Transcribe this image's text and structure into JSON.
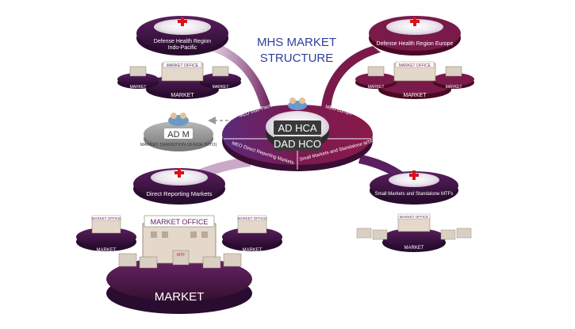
{
  "title": {
    "line1": "MHS MARKET",
    "line2": "STRUCTURE"
  },
  "colors": {
    "title": "#2e3f9a",
    "disc_dark": "#3a1240",
    "disc_mid": "#6e2a6e",
    "disc_light": "#9a4a92",
    "ring": "#8a1a4a",
    "gray": "#9a9a9a",
    "cross": "#d8131a"
  },
  "hub": {
    "line1": "AD HCA",
    "line2": "DAD HCO",
    "ring_labels": {
      "top_left": "MEO Indo-Pacific",
      "top_right": "MEO Europe",
      "bottom_left": "MEO Direct Reporting Markets",
      "bottom_right": "Small Markets and Standalone MTF"
    }
  },
  "admin": {
    "label": "AD M",
    "caption": "MARKET TRANSITION OFFICE (MTO)"
  },
  "regions": [
    {
      "id": "indo-pacific",
      "line1": "Defense Health Region",
      "line2": "Indo-Pacific",
      "office": "MARKET OFFICE",
      "markets": [
        "MARKET",
        "MARKET",
        "MARKET"
      ]
    },
    {
      "id": "europe",
      "line1": "Defense Health Region Europe",
      "line2": "",
      "office": "MARKET OFFICE",
      "markets": [
        "MARKET",
        "MARKET",
        "MARKET"
      ]
    },
    {
      "id": "direct-reporting",
      "line1": "Direct Reporting Markets",
      "line2": "",
      "office": "MARKET OFFICE",
      "side_office": "MARKET OFFICE",
      "markets": [
        "MARKET",
        "MARKET",
        "MARKET"
      ],
      "mtf": "MTF"
    },
    {
      "id": "small-markets",
      "line1": "Small Markets and Standalone MTFs",
      "line2": "",
      "office": "MARKET OFFICE",
      "markets": [
        "MARKET"
      ]
    }
  ]
}
